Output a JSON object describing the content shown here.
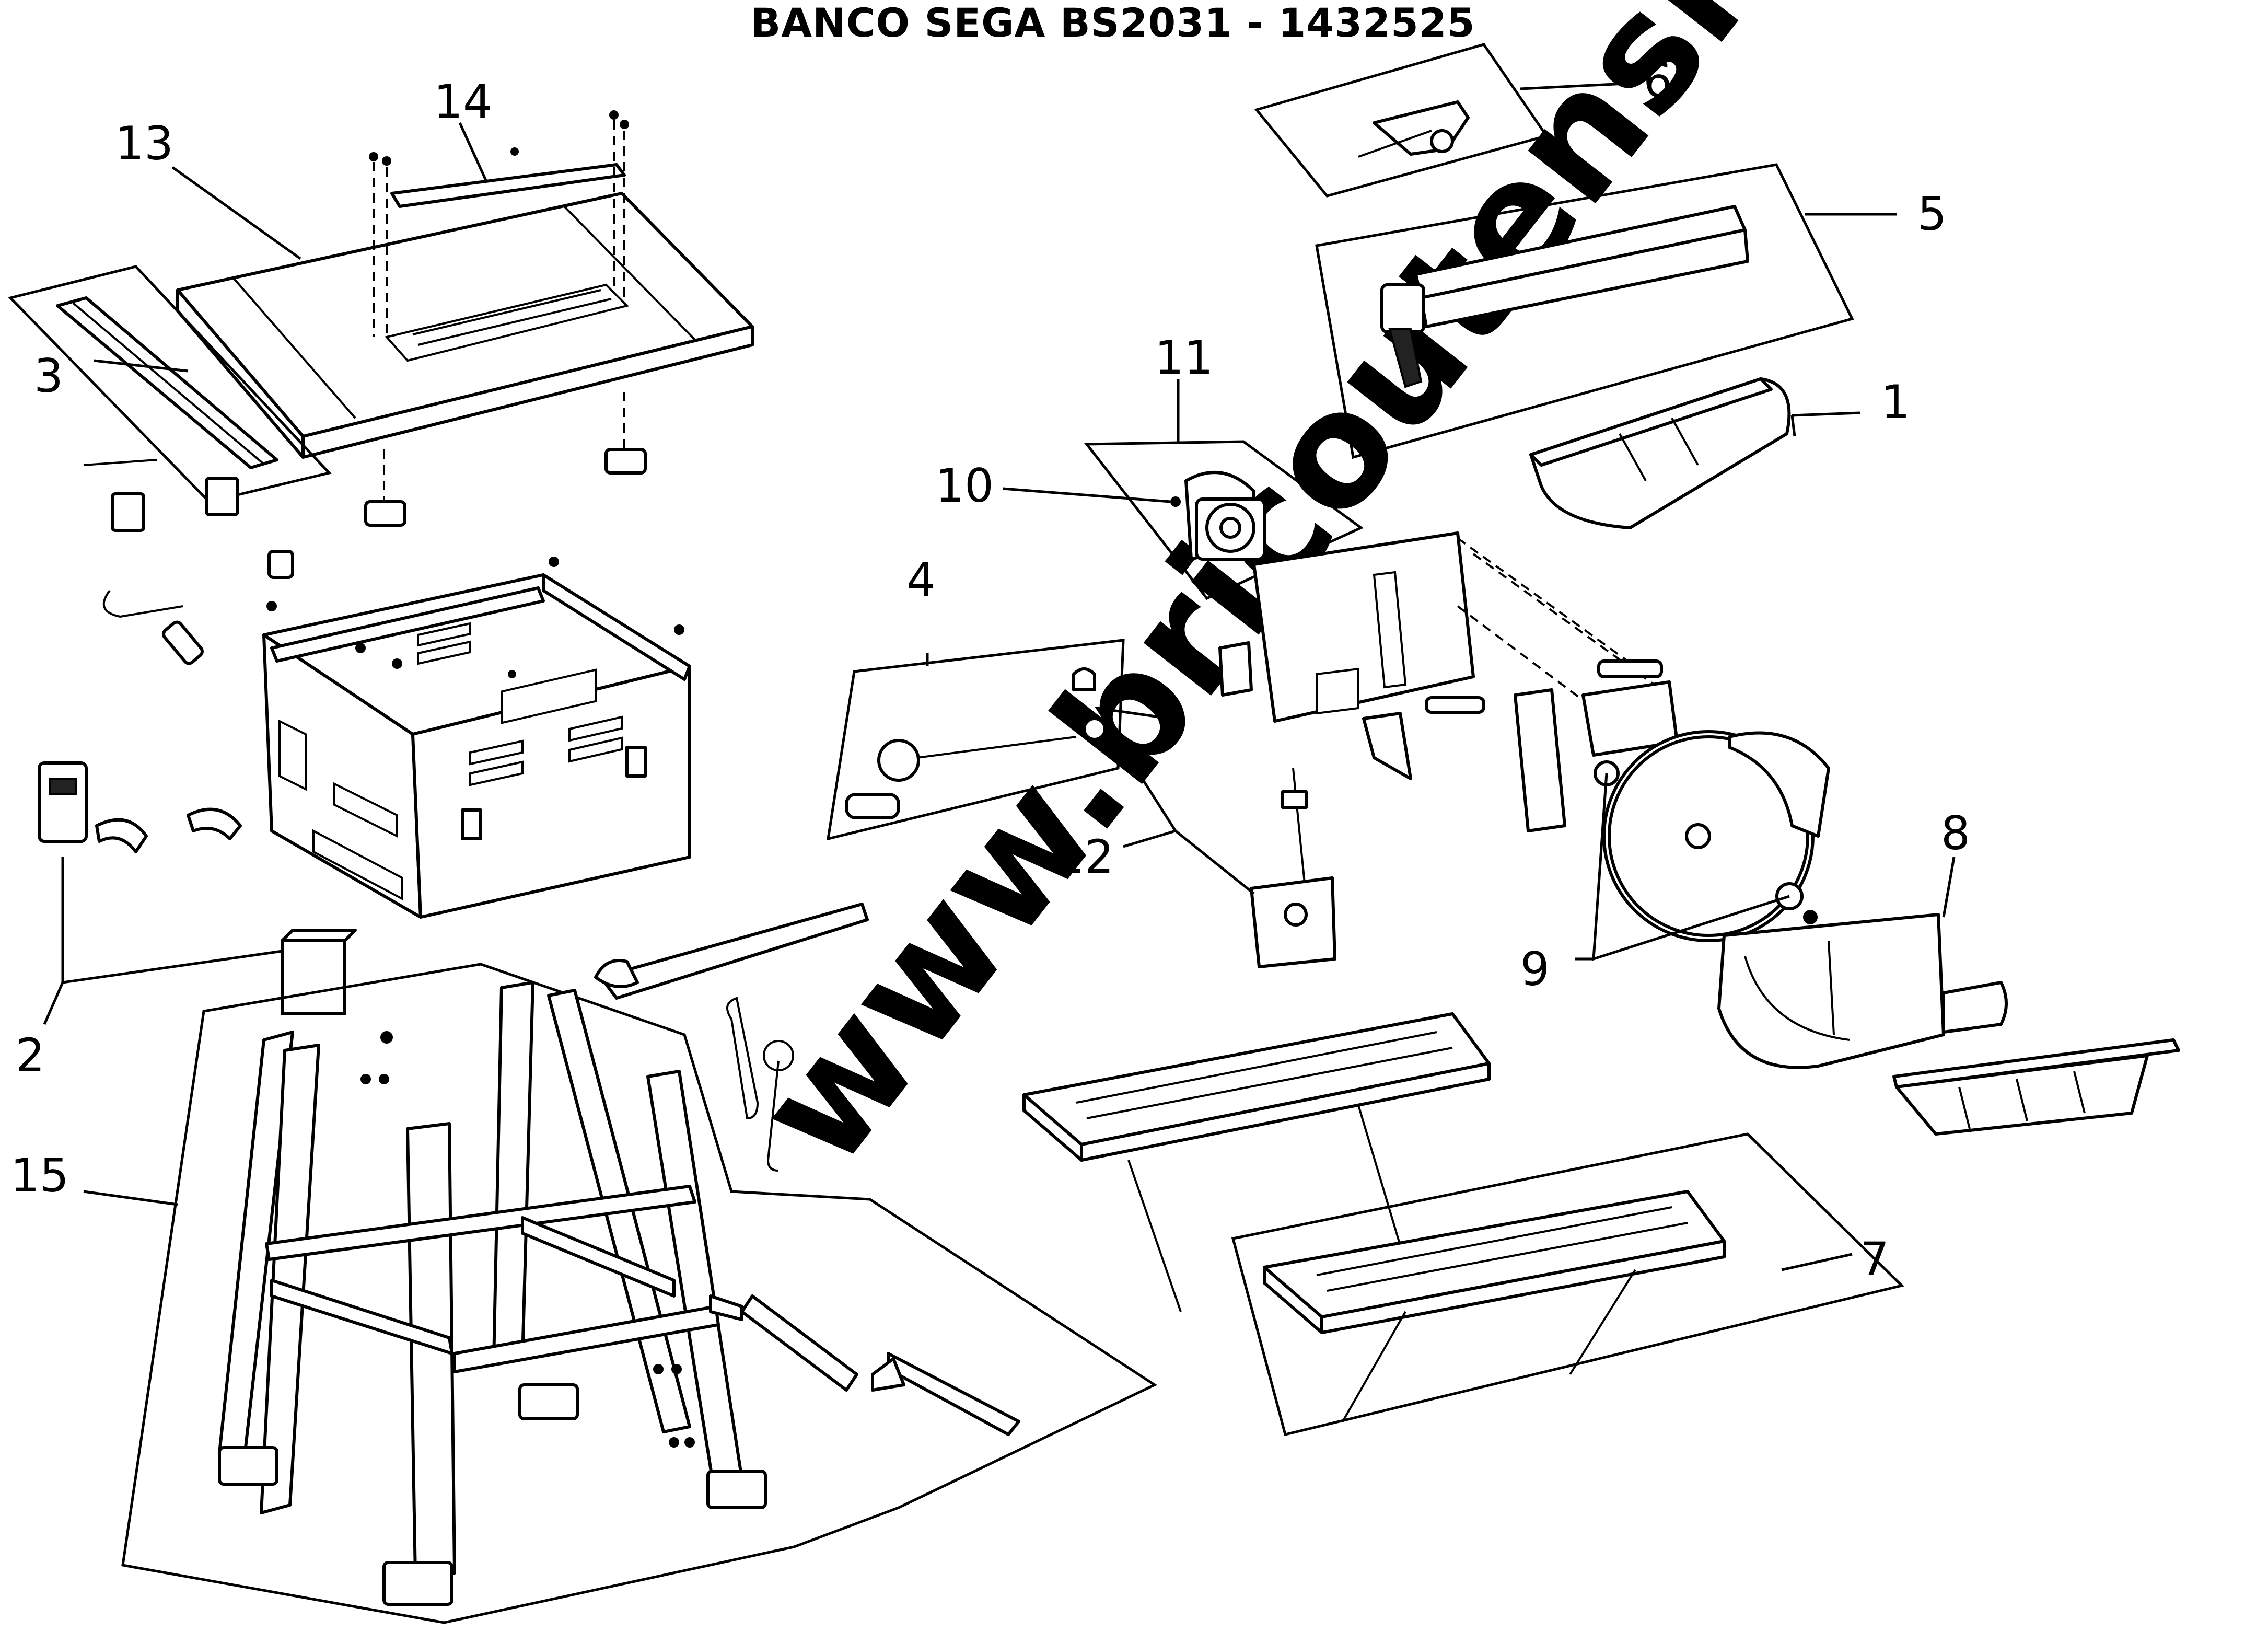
{
  "title": "BANCO SEGA BS2031 - 1432525",
  "watermark": "www.bricoutensili.com",
  "callouts": [
    {
      "id": "1",
      "label": "1"
    },
    {
      "id": "2",
      "label": "2"
    },
    {
      "id": "3",
      "label": "3"
    },
    {
      "id": "4",
      "label": "4"
    },
    {
      "id": "5",
      "label": "5"
    },
    {
      "id": "6",
      "label": "6"
    },
    {
      "id": "7",
      "label": "7"
    },
    {
      "id": "8",
      "label": "8"
    },
    {
      "id": "9",
      "label": "9"
    },
    {
      "id": "10",
      "label": "10"
    },
    {
      "id": "11",
      "label": "11"
    },
    {
      "id": "12",
      "label": "12"
    },
    {
      "id": "13",
      "label": "13"
    },
    {
      "id": "14",
      "label": "14"
    },
    {
      "id": "15",
      "label": "15"
    }
  ],
  "colors": {
    "line": "#000000",
    "background": "#ffffff",
    "watermark": "#dddddd"
  }
}
